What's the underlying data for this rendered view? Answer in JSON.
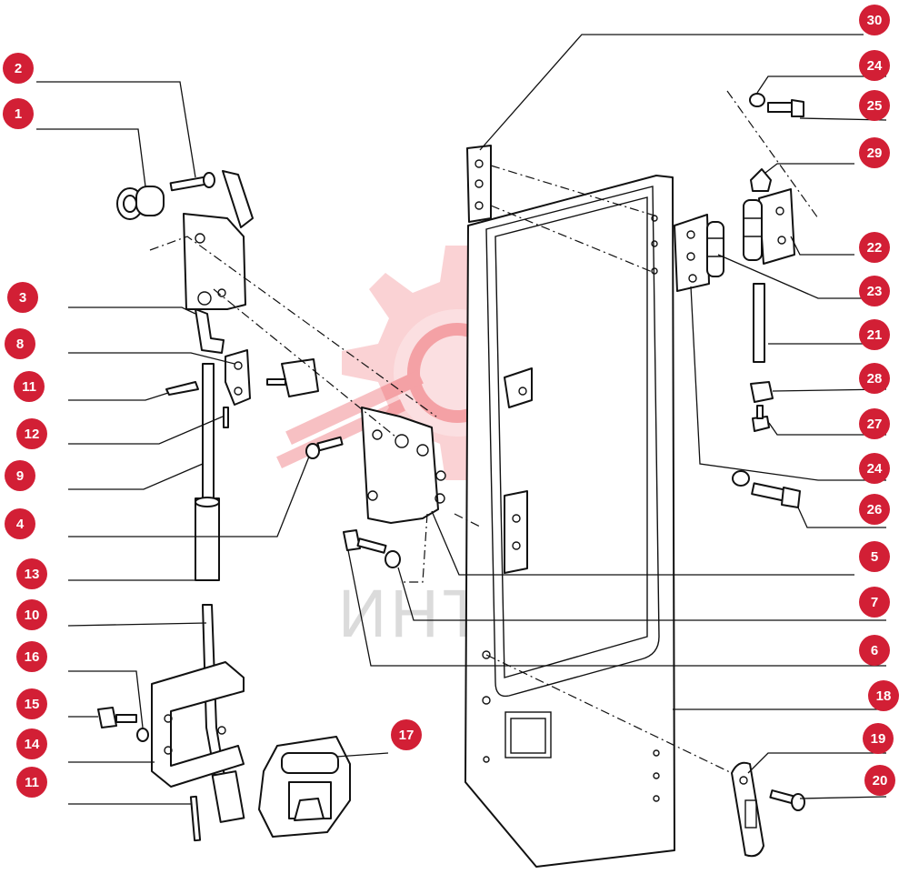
{
  "watermark": {
    "text": "ИНТЕХ",
    "gear_color": "#e8323c"
  },
  "accent_color": "#d21f35",
  "callouts": [
    {
      "id": "c30",
      "label": "30"
    },
    {
      "id": "c24a",
      "label": "24"
    },
    {
      "id": "c25",
      "label": "25"
    },
    {
      "id": "c29",
      "label": "29"
    },
    {
      "id": "c22",
      "label": "22"
    },
    {
      "id": "c23",
      "label": "23"
    },
    {
      "id": "c21",
      "label": "21"
    },
    {
      "id": "c28",
      "label": "28"
    },
    {
      "id": "c27",
      "label": "27"
    },
    {
      "id": "c24b",
      "label": "24"
    },
    {
      "id": "c26",
      "label": "26"
    },
    {
      "id": "c5",
      "label": "5"
    },
    {
      "id": "c7",
      "label": "7"
    },
    {
      "id": "c6",
      "label": "6"
    },
    {
      "id": "c18",
      "label": "18"
    },
    {
      "id": "c19",
      "label": "19"
    },
    {
      "id": "c20",
      "label": "20"
    },
    {
      "id": "c17",
      "label": "17"
    },
    {
      "id": "c2",
      "label": "2"
    },
    {
      "id": "c1",
      "label": "1"
    },
    {
      "id": "c3",
      "label": "3"
    },
    {
      "id": "c8",
      "label": "8"
    },
    {
      "id": "c11a",
      "label": "11"
    },
    {
      "id": "c12",
      "label": "12"
    },
    {
      "id": "c9",
      "label": "9"
    },
    {
      "id": "c4",
      "label": "4"
    },
    {
      "id": "c13",
      "label": "13"
    },
    {
      "id": "c10",
      "label": "10"
    },
    {
      "id": "c16",
      "label": "16"
    },
    {
      "id": "c15",
      "label": "15"
    },
    {
      "id": "c14",
      "label": "14"
    },
    {
      "id": "c11b",
      "label": "11"
    }
  ]
}
